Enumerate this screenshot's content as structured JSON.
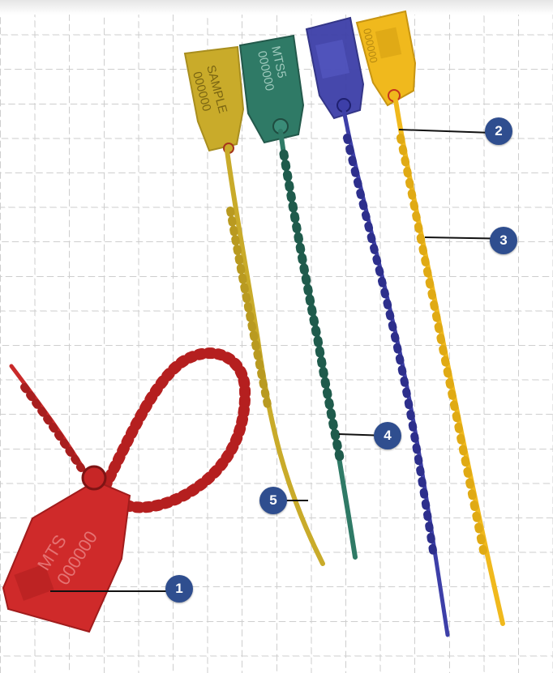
{
  "callouts": [
    {
      "number": "1"
    },
    {
      "number": "2"
    },
    {
      "number": "3"
    },
    {
      "number": "4"
    },
    {
      "number": "5"
    }
  ],
  "seals": [
    {
      "id": "red-seal",
      "color": "#cf2a2a",
      "tag_text": "MTS",
      "tag_number": "000000"
    },
    {
      "id": "yellow-sample-seal",
      "color": "#c9ab2a",
      "tag_text": "SAMPLE",
      "tag_number": "000000"
    },
    {
      "id": "green-seal",
      "color": "#2f7a66",
      "tag_text": "MTS5",
      "tag_number": "000000"
    },
    {
      "id": "blue-seal",
      "color": "#3d3fa8",
      "tag_text": "",
      "tag_number": ""
    },
    {
      "id": "yellow-seal",
      "color": "#f0b91d",
      "tag_text": "",
      "tag_number": "000000"
    }
  ]
}
